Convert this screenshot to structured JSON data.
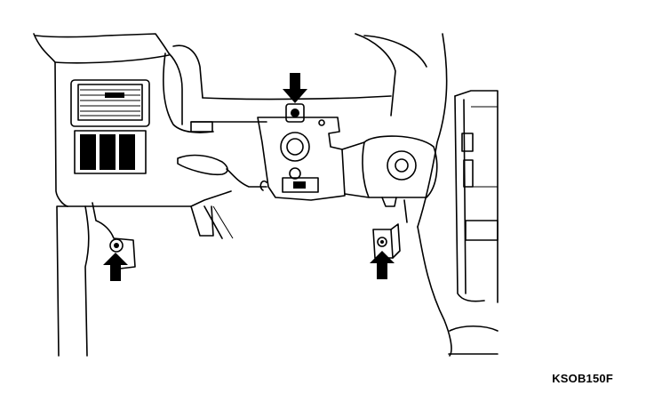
{
  "figure": {
    "code": "KSOB150F"
  },
  "colors": {
    "ink": "#000000",
    "paper": "#ffffff"
  },
  "callouts": [
    {
      "name": "top-center-screw-arrow",
      "direction": "down"
    },
    {
      "name": "left-lower-screw-arrow",
      "direction": "up"
    },
    {
      "name": "right-lower-screw-arrow",
      "direction": "up"
    }
  ]
}
